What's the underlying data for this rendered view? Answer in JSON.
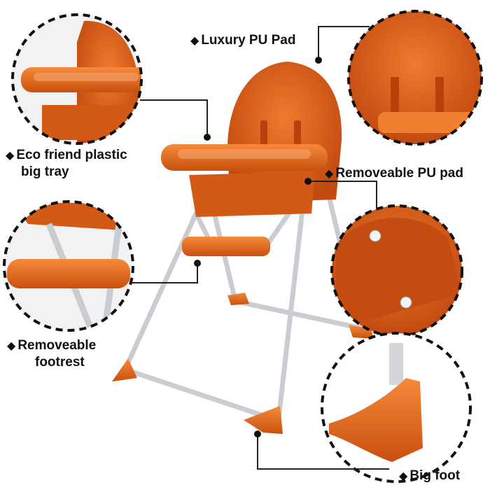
{
  "labels": {
    "luxury_pad": "Luxury PU Pad",
    "tray_line1": "Eco friend plastic",
    "tray_line2": "big tray",
    "removeable_pad": "Removeable PU pad",
    "footrest_line1": "Removeable",
    "footrest_line2": "footrest",
    "big_foot": "Big foot",
    "bullet": "◆"
  },
  "colors": {
    "accent_orange": "#e8641c",
    "frame_grey": "#c9ccd1",
    "leader_line": "#222222",
    "circle_border": "#111111"
  }
}
